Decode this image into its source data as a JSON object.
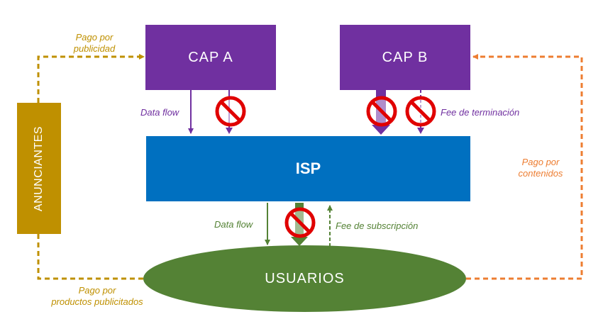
{
  "nodes": {
    "cap_a": "CAP  A",
    "cap_b": "CAP  B",
    "isp": "ISP",
    "usuarios": "USUARIOS",
    "anunciantes": "ANUNCIANTES"
  },
  "labels": {
    "pago_publicidad_1": "Pago por",
    "pago_publicidad_2": "publicidad",
    "pago_contenidos_1": "Pago por",
    "pago_contenidos_2": "contenidos",
    "pago_productos_1": "Pago por",
    "pago_productos_2": "productos publicitados",
    "data_flow_cap": "Data flow",
    "data_flow_isp": "Data flow",
    "fee_terminacion": "Fee de terminación",
    "fee_subscripcion": "Fee de subscripción"
  },
  "colors": {
    "cap": "#7030a0",
    "isp": "#0070c0",
    "anunciantes": "#bf9000",
    "usuarios": "#548235",
    "advertiser_flow": "#bf9000",
    "content_payment_flow": "#ed7d31",
    "blocked_sign": "#e00000"
  },
  "icons": {
    "blocked": "no-entry-icon"
  }
}
